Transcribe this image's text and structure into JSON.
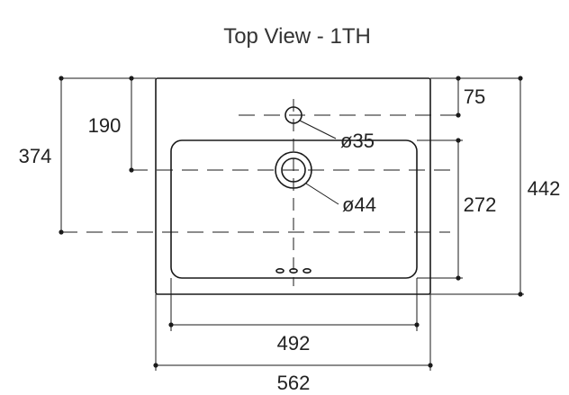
{
  "diagram": {
    "title": "Top View - 1TH",
    "dimensions": {
      "overall_width": "562",
      "bowl_width": "492",
      "overall_depth": "442",
      "bowl_depth": "272",
      "tap_hole_offset": "75",
      "drain_from_back": "190",
      "bowl_front_from_back": "374"
    },
    "holes": {
      "tap_hole_diameter": "ø35",
      "drain_diameter": "ø44"
    }
  }
}
